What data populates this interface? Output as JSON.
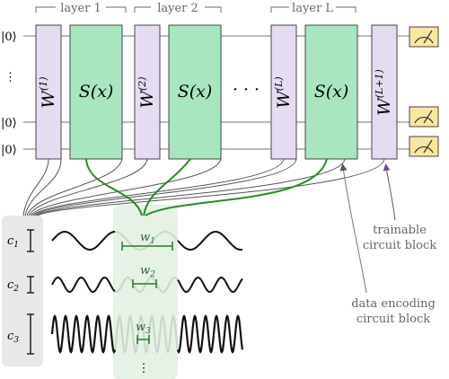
{
  "qubits": {
    "ket_top": "|0⟩",
    "ket_mid": "|0⟩",
    "ket_bottom": "|0⟩",
    "vdots": "⋮"
  },
  "layers": {
    "layer1": "layer 1",
    "layer2": "layer 2",
    "layerL": "layer L"
  },
  "gates": {
    "w1": "W(1)",
    "w2": "W(2)",
    "wL": "W(L)",
    "wL1": "W(L+1)",
    "sx1": "S(x)",
    "sx2": "S(x)",
    "sxL": "S(x)",
    "dots": "· · ·"
  },
  "annotations": {
    "trainable_line1": "trainable",
    "trainable_line2": "circuit block",
    "encoding_line1": "data encoding",
    "encoding_line2": "circuit block"
  },
  "coefficients": {
    "c1": "c1",
    "c2": "c2",
    "c3": "c3"
  },
  "frequencies": {
    "w1": "w1",
    "w2": "w2",
    "w3": "w3",
    "vdots": "⋮"
  },
  "colors": {
    "trainable_fill": "#e6dcf2",
    "encoding_fill": "#a8e6c0",
    "measure_fill": "#f8e7a0",
    "green_line": "#2a8a2a",
    "coeff_box": "#e8e8e8",
    "freq_box": "#e6f2e6"
  }
}
